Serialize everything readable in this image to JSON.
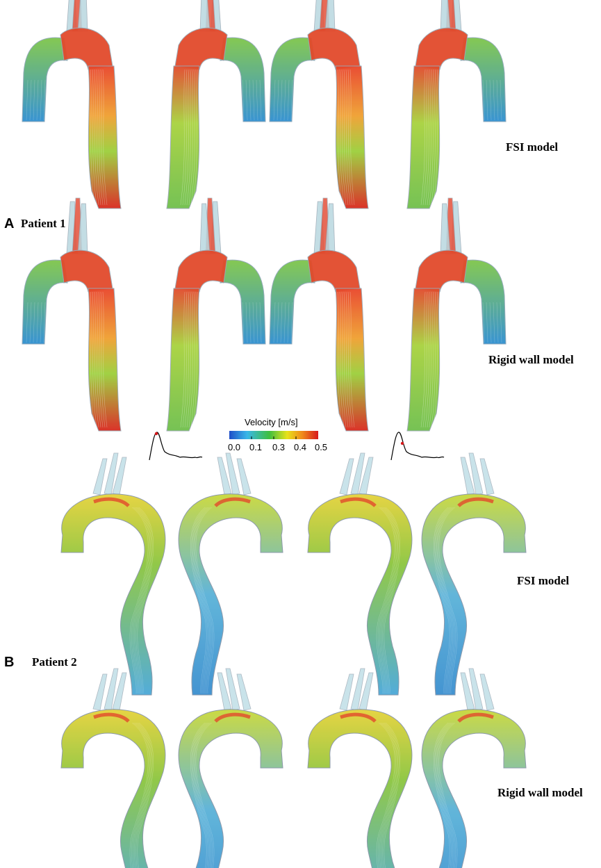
{
  "panels": [
    {
      "letter": "A",
      "patient": "Patient 1",
      "rows": [
        {
          "model_label": "FSI model",
          "phase": "systole"
        },
        {
          "model_label": "Rigid wall model",
          "phase": "systole"
        }
      ]
    },
    {
      "letter": "B",
      "patient": "Patient 2",
      "rows": [
        {
          "model_label": "FSI model",
          "phase": "systole"
        },
        {
          "model_label": "Rigid wall model",
          "phase": "systole"
        }
      ]
    }
  ],
  "colorbar": {
    "title": "Velocity [m/s]",
    "ticks": [
      "0.0",
      "0.1",
      "0.3",
      "0.4",
      "0.5"
    ],
    "range": [
      0.0,
      0.5
    ],
    "colors": [
      "#1f4fc8",
      "#39b7e8",
      "#3fbf3f",
      "#e8e21a",
      "#f08a1a",
      "#d7191c"
    ]
  },
  "waveform_markers": [
    {
      "marker_color": "#d7191c",
      "phase": "peak systole"
    },
    {
      "marker_color": "#d7191c",
      "phase": "late systole"
    }
  ],
  "colors": {
    "background": "#ffffff",
    "high_velocity": "#d7191c",
    "mid_velocity": "#8cc63f",
    "low_velocity": "#39b7e8",
    "vessel_wall": "#c9ccd6"
  }
}
